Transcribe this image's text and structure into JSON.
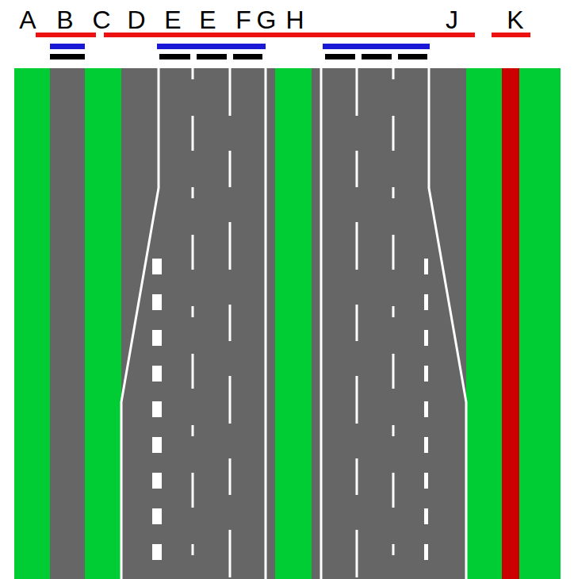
{
  "diagram": {
    "labels": [
      "A",
      "B",
      "C",
      "D",
      "E",
      "E",
      "F",
      "G",
      "H",
      "J",
      "K"
    ]
  }
}
